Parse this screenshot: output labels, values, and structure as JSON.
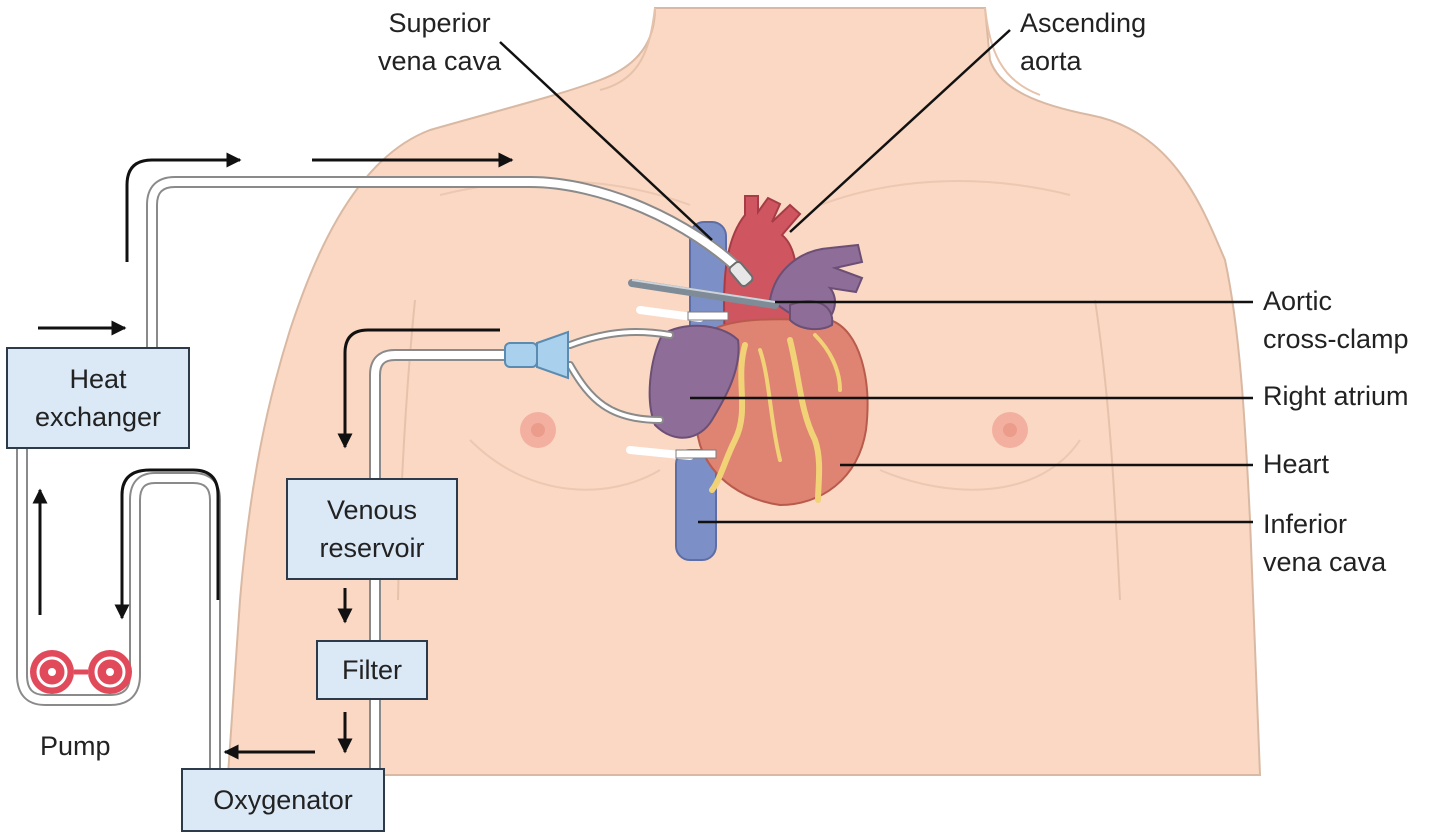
{
  "components": {
    "heat_exchanger": {
      "line1": "Heat",
      "line2": "exchanger"
    },
    "venous_reservoir": {
      "line1": "Venous",
      "line2": "reservoir"
    },
    "filter": "Filter",
    "oxygenator": "Oxygenator",
    "pump": "Pump"
  },
  "anatomy_labels": {
    "superior_vena_cava": {
      "line1": "Superior",
      "line2": "vena cava"
    },
    "ascending_aorta": {
      "line1": "Ascending",
      "line2": "aorta"
    },
    "aortic_cross_clamp": {
      "line1": "Aortic",
      "line2": "cross-clamp"
    },
    "right_atrium": "Right atrium",
    "heart": "Heart",
    "inferior_vena_cava": {
      "line1": "Inferior",
      "line2": "vena cava"
    }
  },
  "colors": {
    "skin": "#fad8c3",
    "box_fill": "#dbe8f6",
    "vein": "#7d8fc7",
    "aorta": "#cf5660",
    "atrium": "#8e6d98",
    "heart": "#df8372",
    "coronary": "#f1d277",
    "pump_roller": "#e04a5a"
  }
}
